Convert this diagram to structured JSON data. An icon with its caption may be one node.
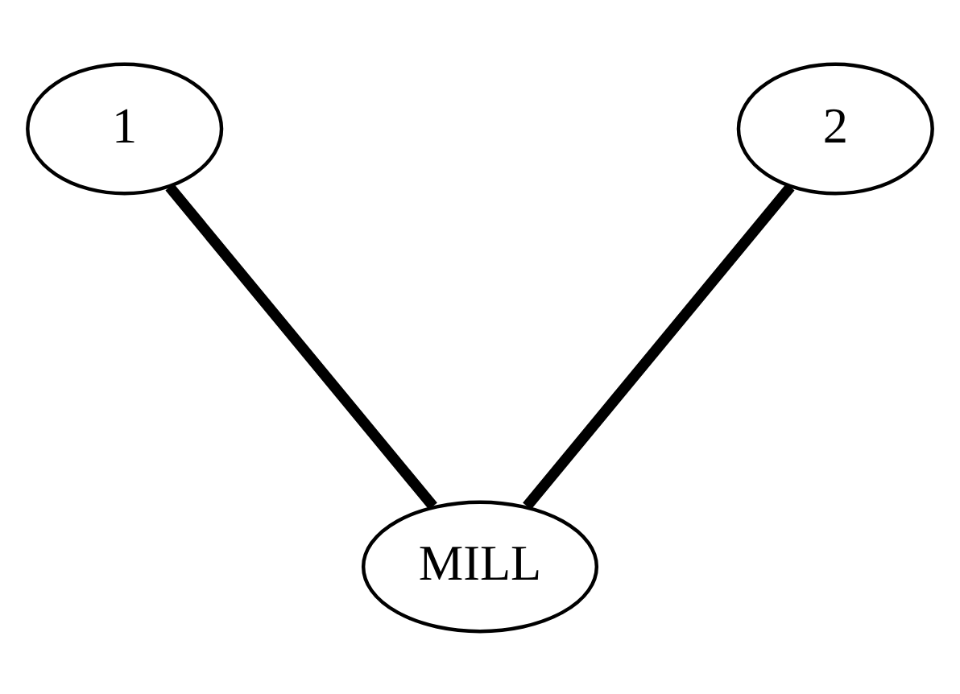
{
  "diagram": {
    "nodes": [
      {
        "text": [
          "1"
        ]
      },
      {
        "text": [
          "2"
        ]
      },
      {
        "text": [
          "MILL"
        ]
      }
    ],
    "edges": [
      {
        "from": 0,
        "to": 2,
        "arrow": "none"
      },
      {
        "from": 1,
        "to": 2,
        "arrow": "none"
      }
    ]
  }
}
